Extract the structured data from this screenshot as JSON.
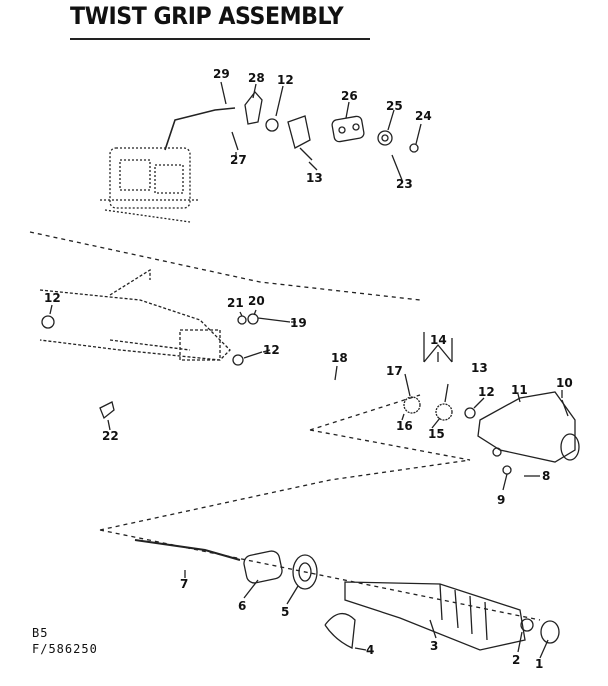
{
  "title": "TWIST GRIP ASSEMBLY",
  "footer": {
    "code": "B5",
    "part_number": "F/586250"
  },
  "callouts": [
    "29",
    "28",
    "12",
    "26",
    "25",
    "24",
    "27",
    "13",
    "23",
    "12",
    "21",
    "20",
    "19",
    "12",
    "22",
    "18",
    "14",
    "17",
    "13",
    "12",
    "11",
    "10",
    "16",
    "15",
    "9",
    "8",
    "7",
    "6",
    "5",
    "4",
    "3",
    "2",
    "1"
  ]
}
